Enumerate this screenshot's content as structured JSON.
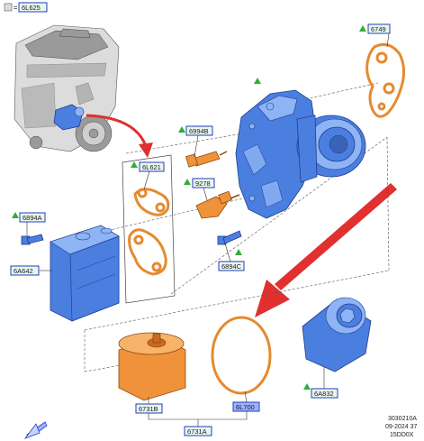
{
  "header": {
    "legend_equals": "=",
    "legend_code": "6L625"
  },
  "callouts": {
    "c6749": "6749",
    "c6994b": "6994B",
    "c6l621": "6L621",
    "c9278": "9278",
    "c6894a": "6894A",
    "c6a642": "6A642",
    "c6894c": "6894C",
    "c6731b": "6731B",
    "c6l700": "6L700",
    "c6a832": "6A832",
    "c6731a": "6731A"
  },
  "footer": {
    "ref_line1": "3030210A",
    "ref_line2": "09-2024 37",
    "ref_line3": "15DD0X"
  },
  "colors": {
    "callout_border": "#1f3fbf",
    "callout_fill": "#e9f6ee",
    "callout_highlight": "#9fb0ff",
    "part_orange": "#f0923a",
    "part_blue": "#4a7fe0",
    "arrow_red": "#e03030",
    "marker_green": "#2fae3c"
  }
}
